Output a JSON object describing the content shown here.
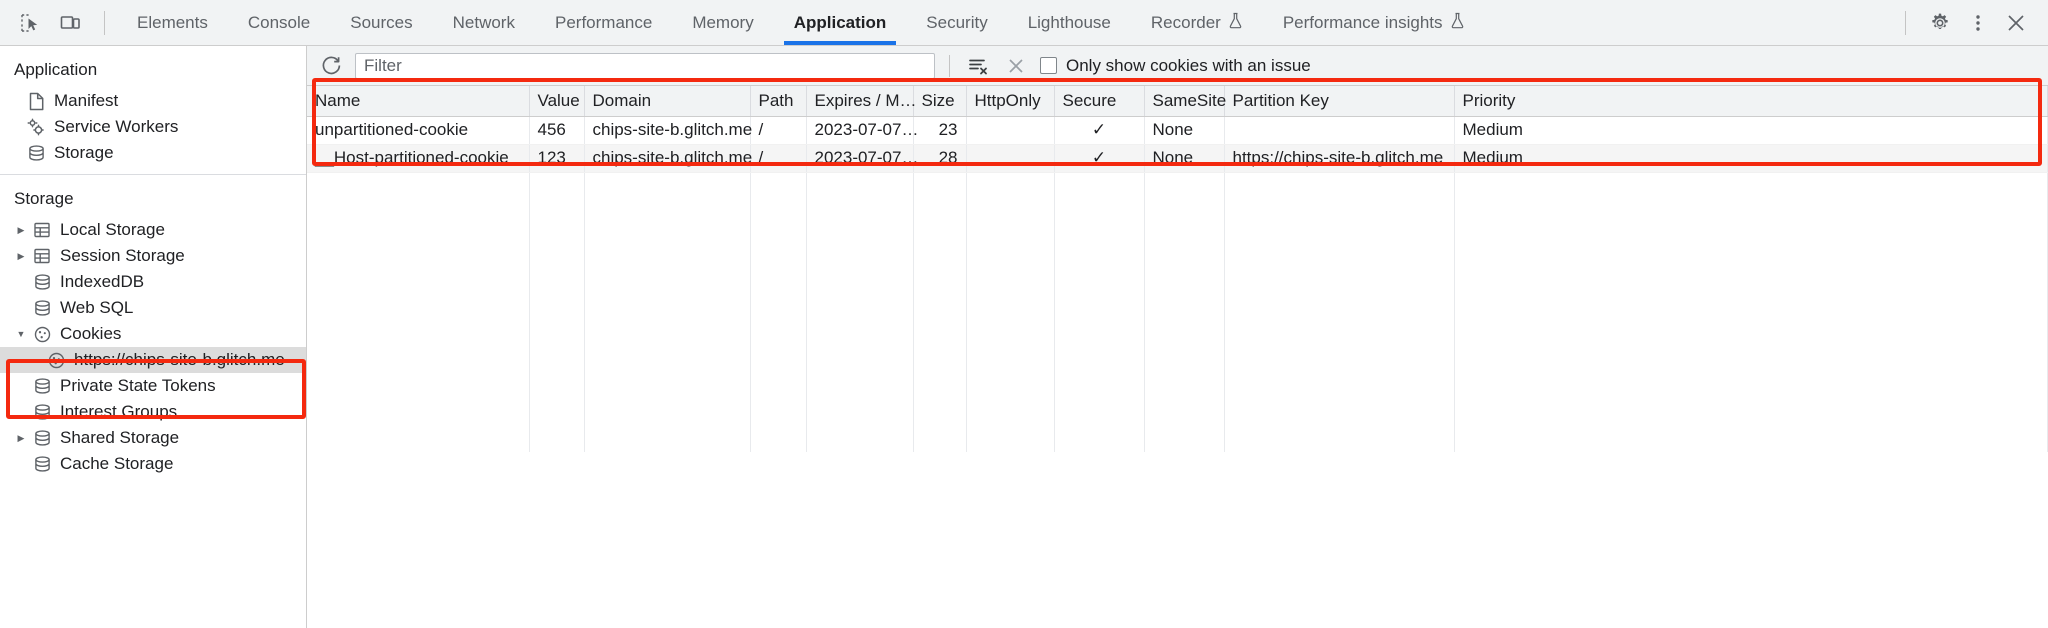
{
  "tabbar": {
    "inspect_icon": "inspect-element-icon",
    "device_icon": "device-toolbar-icon",
    "tabs": [
      {
        "label": "Elements",
        "active": false,
        "experimental": false
      },
      {
        "label": "Console",
        "active": false,
        "experimental": false
      },
      {
        "label": "Sources",
        "active": false,
        "experimental": false
      },
      {
        "label": "Network",
        "active": false,
        "experimental": false
      },
      {
        "label": "Performance",
        "active": false,
        "experimental": false
      },
      {
        "label": "Memory",
        "active": false,
        "experimental": false
      },
      {
        "label": "Application",
        "active": true,
        "experimental": false
      },
      {
        "label": "Security",
        "active": false,
        "experimental": false
      },
      {
        "label": "Lighthouse",
        "active": false,
        "experimental": false
      },
      {
        "label": "Recorder",
        "active": false,
        "experimental": true
      },
      {
        "label": "Performance insights",
        "active": false,
        "experimental": true
      }
    ],
    "settings_icon": "gear-icon",
    "more_icon": "more-vertical-icon",
    "close_icon": "close-icon",
    "active_accent": "#1a73e8"
  },
  "sidebar": {
    "sections": [
      {
        "title": "Application",
        "items": [
          {
            "label": "Manifest",
            "icon": "document-icon",
            "twisty": "none",
            "selected": false,
            "indent": 1
          },
          {
            "label": "Service Workers",
            "icon": "gears-icon",
            "twisty": "none",
            "selected": false,
            "indent": 1
          },
          {
            "label": "Storage",
            "icon": "database-icon",
            "twisty": "none",
            "selected": false,
            "indent": 1
          }
        ]
      },
      {
        "title": "Storage",
        "items": [
          {
            "label": "Local Storage",
            "icon": "table-icon",
            "twisty": "collapsed",
            "selected": false,
            "indent": 2
          },
          {
            "label": "Session Storage",
            "icon": "table-icon",
            "twisty": "collapsed",
            "selected": false,
            "indent": 2
          },
          {
            "label": "IndexedDB",
            "icon": "database-icon",
            "twisty": "none",
            "selected": false,
            "indent": 2
          },
          {
            "label": "Web SQL",
            "icon": "database-icon",
            "twisty": "none",
            "selected": false,
            "indent": 2
          },
          {
            "label": "Cookies",
            "icon": "cookie-icon",
            "twisty": "expanded",
            "selected": false,
            "indent": 2
          },
          {
            "label": "https://chips-site-b.glitch.me",
            "icon": "cookie-icon",
            "twisty": "none",
            "selected": true,
            "indent": 3
          },
          {
            "label": "Private State Tokens",
            "icon": "database-icon",
            "twisty": "none",
            "selected": false,
            "indent": 2
          },
          {
            "label": "Interest Groups",
            "icon": "database-icon",
            "twisty": "none",
            "selected": false,
            "indent": 2
          },
          {
            "label": "Shared Storage",
            "icon": "database-icon",
            "twisty": "collapsed",
            "selected": false,
            "indent": 2
          },
          {
            "label": "Cache Storage",
            "icon": "database-icon",
            "twisty": "none",
            "selected": false,
            "indent": 2
          }
        ]
      }
    ]
  },
  "filterbar": {
    "refresh_icon": "refresh-icon",
    "filter_value": "",
    "filter_placeholder": "Filter",
    "clear_filtered_icon": "clear-filtered-cookies-icon",
    "clear_all_icon": "clear-all-cookies-icon",
    "only_issues_label": "Only show cookies with an issue",
    "only_issues_checked": false
  },
  "cookies_table": {
    "columns": [
      "Name",
      "Value",
      "Domain",
      "Path",
      "Expires / M…",
      "Size",
      "HttpOnly",
      "Secure",
      "SameSite",
      "Partition Key",
      "Priority"
    ],
    "rows": [
      {
        "name": "unpartitioned-cookie",
        "value": "456",
        "domain": "chips-site-b.glitch.me",
        "path": "/",
        "expires": "2023-07-07…",
        "size": "23",
        "httponly": "",
        "secure": "✓",
        "samesite": "None",
        "partition_key": "",
        "priority": "Medium"
      },
      {
        "name": "__Host-partitioned-cookie",
        "value": "123",
        "domain": "chips-site-b.glitch.me",
        "path": "/",
        "expires": "2023-07-07…",
        "size": "28",
        "httponly": "",
        "secure": "✓",
        "samesite": "None",
        "partition_key": "https://chips-site-b.glitch.me",
        "priority": "Medium"
      }
    ]
  },
  "annotations": {
    "highlight_color": "#f4290f",
    "boxes": [
      "cookies-tree-highlight",
      "cookies-table-highlight"
    ]
  }
}
